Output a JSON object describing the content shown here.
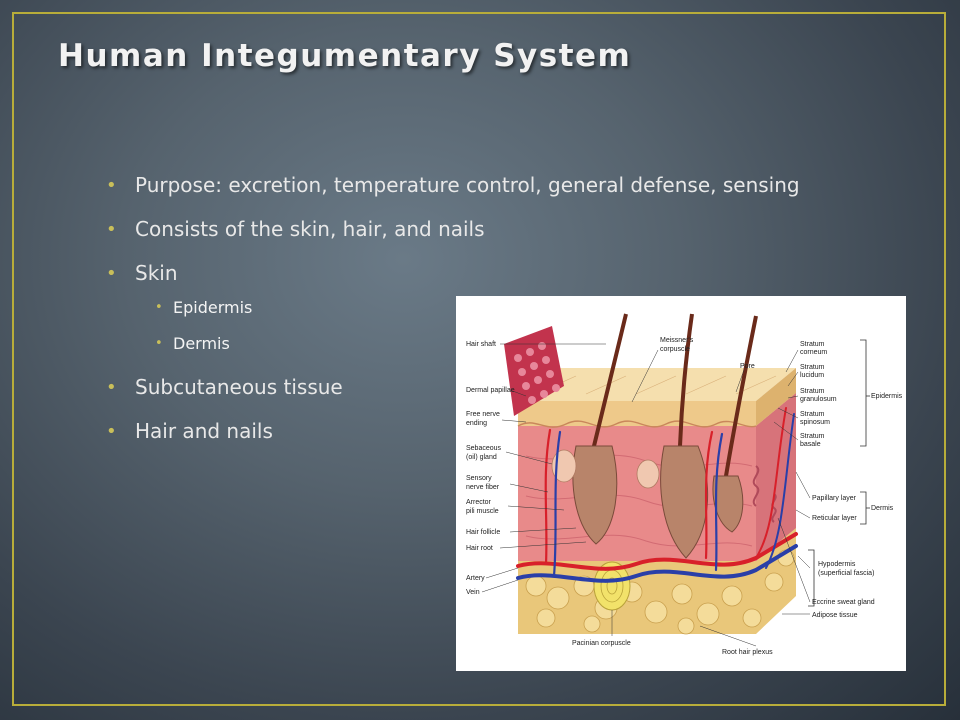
{
  "slide": {
    "title": "Human Integumentary System",
    "colors": {
      "frame": "#b8ad3a",
      "bullet": "#c9bf5a",
      "text": "#e8e8e8"
    }
  },
  "bullets": [
    {
      "text": "Purpose:  excretion, temperature control, general defense, sensing"
    },
    {
      "text": "Consists of the skin, hair, and nails"
    },
    {
      "text": "Skin"
    },
    {
      "text": "Epidermis"
    },
    {
      "text": "Dermis"
    },
    {
      "text": "Subcutaneous tissue"
    },
    {
      "text": "Hair and nails"
    }
  ],
  "diagram": {
    "labels_left": {
      "hair_shaft": "Hair shaft",
      "dermal_papillae": "Dermal papillae",
      "free_nerve_1": "Free nerve",
      "free_nerve_2": "ending",
      "sebaceous_1": "Sebaceous",
      "sebaceous_2": "(oil) gland",
      "sensory_1": "Sensory",
      "sensory_2": "nerve fiber",
      "arrector_1": "Arrector",
      "arrector_2": "pili muscle",
      "hair_follicle": "Hair follicle",
      "hair_root": "Hair root",
      "artery": "Artery",
      "vein": "Vein"
    },
    "labels_top": {
      "meissner_1": "Meissner's",
      "meissner_2": "corpuscle",
      "pore": "Pore"
    },
    "labels_right": {
      "corneum_1": "Stratum",
      "corneum_2": "corneum",
      "lucidum_1": "Stratum",
      "lucidum_2": "lucidum",
      "granulosum_1": "Stratum",
      "granulosum_2": "granulosum",
      "spinosum_1": "Stratum",
      "spinosum_2": "spinosum",
      "basale_1": "Stratum",
      "basale_2": "basale",
      "papillary": "Papillary layer",
      "reticular": "Reticular layer",
      "hypodermis_1": "Hypodermis",
      "hypodermis_2": "(superficial fascia)",
      "eccrine": "Eccrine sweat gland",
      "adipose": "Adipose tissue"
    },
    "labels_bracket": {
      "epidermis": "Epidermis",
      "dermis": "Dermis"
    },
    "labels_bottom": {
      "pacinian": "Pacinian corpuscle",
      "root_plexus": "Root hair plexus"
    }
  }
}
